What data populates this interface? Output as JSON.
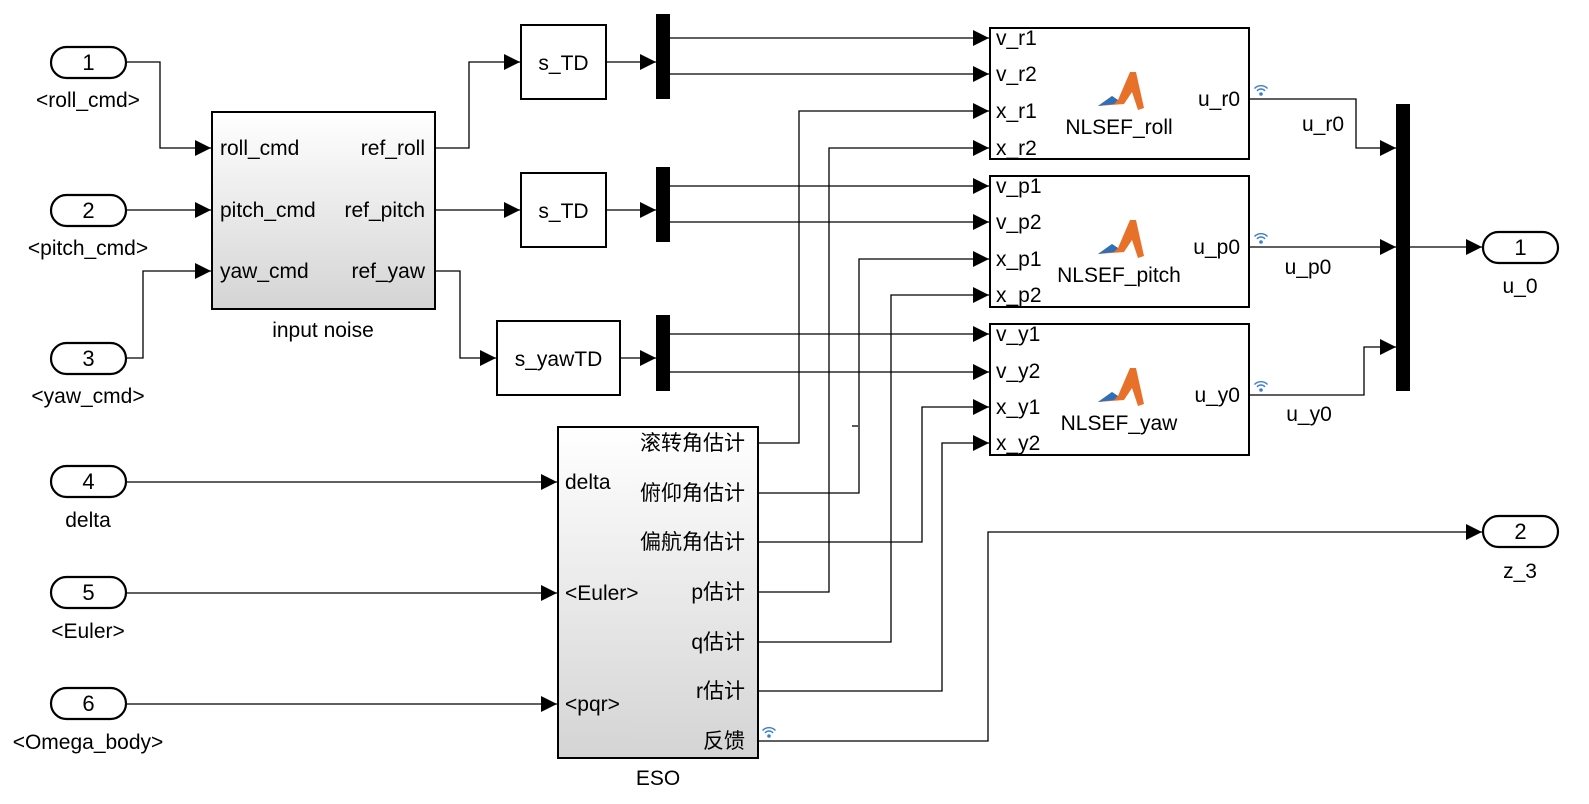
{
  "colors": {
    "block_fill_top": "#ffffff",
    "block_fill_bottom": "#d4d4d4",
    "matlab_icon": "#e8712a",
    "wifi_icon": "#3b7fd1"
  },
  "inports": [
    {
      "num": "1",
      "label": "<roll_cmd>"
    },
    {
      "num": "2",
      "label": "<pitch_cmd>"
    },
    {
      "num": "3",
      "label": "<yaw_cmd>"
    },
    {
      "num": "4",
      "label": "delta"
    },
    {
      "num": "5",
      "label": "<Euler>"
    },
    {
      "num": "6",
      "label": "<Omega_body>"
    }
  ],
  "outports": [
    {
      "num": "1",
      "label": "u_0"
    },
    {
      "num": "2",
      "label": "z_3"
    }
  ],
  "input_noise": {
    "name": "input noise",
    "inputs": [
      "roll_cmd",
      "pitch_cmd",
      "yaw_cmd"
    ],
    "outputs": [
      "ref_roll",
      "ref_pitch",
      "ref_yaw"
    ]
  },
  "td_blocks": [
    "s_TD",
    "s_TD",
    "s_yawTD"
  ],
  "eso": {
    "name": "ESO",
    "inputs": [
      "delta",
      "<Euler>",
      "<pqr>"
    ],
    "outputs": [
      "滚转角估计",
      "俯仰角估计",
      "偏航角估计",
      "p估计",
      "q估计",
      "r估计",
      "反馈"
    ]
  },
  "nlsef": [
    {
      "name": "NLSEF_roll",
      "inputs": [
        "v_r1",
        "v_r2",
        "x_r1",
        "x_r2"
      ],
      "output": "u_r0"
    },
    {
      "name": "NLSEF_pitch",
      "inputs": [
        "v_p1",
        "v_p2",
        "x_p1",
        "x_p2"
      ],
      "output": "u_p0"
    },
    {
      "name": "NLSEF_yaw",
      "inputs": [
        "v_y1",
        "v_y2",
        "x_y1",
        "x_y2"
      ],
      "output": "u_y0"
    }
  ],
  "signal_labels": [
    "u_r0",
    "u_p0",
    "u_y0"
  ]
}
